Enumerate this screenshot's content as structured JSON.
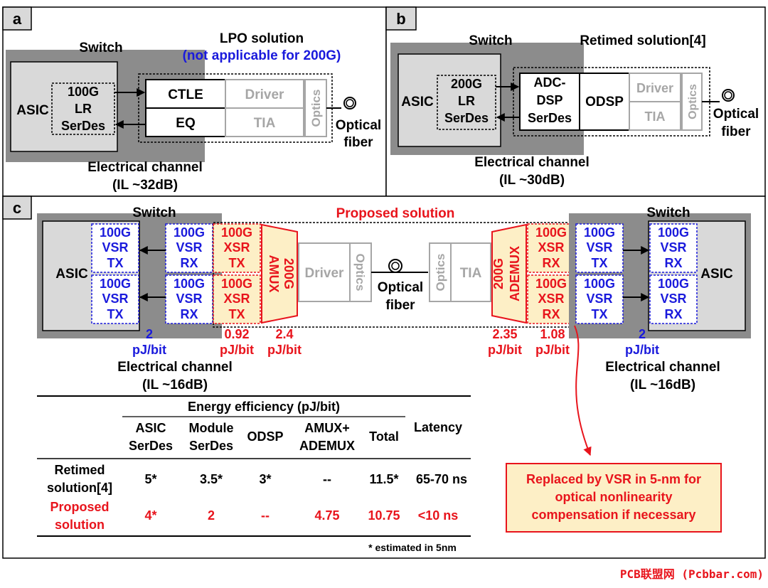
{
  "colors": {
    "red": "#e8141c",
    "blue": "#1a1adc",
    "gray_text": "#a6a6a6",
    "switch_gray": "#8c8c8c",
    "asic_fill": "#d9d9d9",
    "callout_fill": "#fdefc6",
    "mux_fill": "#fdefc6"
  },
  "panel_a": {
    "tag": "a",
    "switch_label": "Switch",
    "title": "LPO solution",
    "subtitle": "(not applicable for 200G)",
    "asic": "ASIC",
    "serdes": [
      "100G",
      "LR",
      "SerDes"
    ],
    "ctle": "CTLE",
    "eq": "EQ",
    "driver": "Driver",
    "tia": "TIA",
    "optics": "Optics",
    "fiber": [
      "Optical",
      "fiber"
    ],
    "channel": [
      "Electrical channel",
      "(IL ~32dB)"
    ]
  },
  "panel_b": {
    "tag": "b",
    "switch_label": "Switch",
    "title": "Retimed solution[4]",
    "asic": "ASIC",
    "serdes": [
      "200G",
      "LR",
      "SerDes"
    ],
    "adc": [
      "ADC-",
      "DSP",
      "SerDes"
    ],
    "odsp": "ODSP",
    "driver": "Driver",
    "tia": "TIA",
    "optics": "Optics",
    "fiber": [
      "Optical",
      "fiber"
    ],
    "channel": [
      "Electrical channel",
      "(IL ~30dB)"
    ]
  },
  "panel_c": {
    "tag": "c",
    "switch_label": "Switch",
    "title": "Proposed solution",
    "asic": "ASIC",
    "vsr_tx": [
      "100G",
      "VSR",
      "TX"
    ],
    "vsr_rx": [
      "100G",
      "VSR",
      "RX"
    ],
    "xsr_tx": [
      "100G",
      "XSR",
      "TX"
    ],
    "xsr_rx": [
      "100G",
      "XSR",
      "RX"
    ],
    "amux": [
      "200G",
      "AMUX"
    ],
    "ademux": [
      "200G",
      "ADEMUX"
    ],
    "driver": "Driver",
    "tia": "TIA",
    "optics": "Optics",
    "fiber": [
      "Optical",
      "fiber"
    ],
    "energy_left": [
      [
        "2",
        "pJ/bit"
      ],
      [
        "0.92",
        "pJ/bit"
      ],
      [
        "2.4",
        "pJ/bit"
      ]
    ],
    "energy_right": [
      [
        "2.35",
        "pJ/bit"
      ],
      [
        "1.08",
        "pJ/bit"
      ],
      [
        "2",
        "pJ/bit"
      ]
    ],
    "channel": [
      "Electrical channel",
      "(IL ~16dB)"
    ],
    "callout": [
      "Replaced by VSR in 5-nm for",
      "optical nonlinearity",
      "compensation if necessary"
    ]
  },
  "table": {
    "group_header": "Energy efficiency (pJ/bit)",
    "columns": [
      [
        "ASIC",
        "SerDes"
      ],
      [
        "Module",
        "SerDes"
      ],
      [
        "ODSP"
      ],
      [
        "AMUX+",
        "ADEMUX"
      ],
      [
        "Total"
      ],
      [
        "Latency"
      ]
    ],
    "rows": [
      {
        "label": [
          "Retimed",
          "solution[4]"
        ],
        "values": [
          "5*",
          "3.5*",
          "3*",
          "--",
          "11.5*",
          "65-70 ns"
        ]
      },
      {
        "label": [
          "Proposed",
          "solution"
        ],
        "values": [
          "4*",
          "2",
          "--",
          "4.75",
          "10.75",
          "<10 ns"
        ]
      }
    ],
    "footnote": "* estimated in 5nm"
  },
  "watermark": "PCB联盟网 (Pcbbar.com)"
}
